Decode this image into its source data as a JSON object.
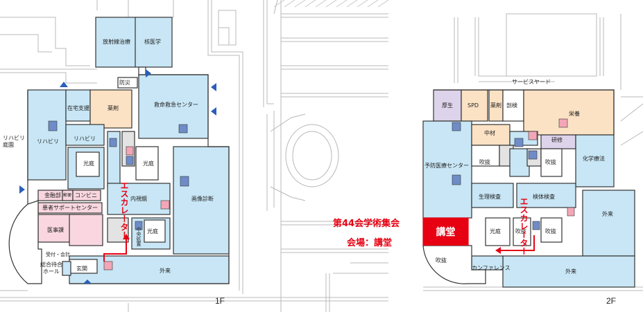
{
  "floor1": {
    "label": "1F",
    "rooms": {
      "radiation": "放射線治療",
      "nuclear": "核医学",
      "disaster": "防災",
      "home_support": "在宅支援",
      "pharmacy": "薬剤",
      "emergency": "救命救急センター",
      "rehab_garden": "リハビリ 庭園",
      "rehab": "リハビリ",
      "rehab_small": "リハビリ",
      "courtyard_1": "光庭",
      "courtyard_2": "光庭",
      "courtyard_3": "光庭",
      "finance": "金融部",
      "atm": "郵便",
      "convenience": "コンビニ",
      "patient_support": "患者サポートセンター",
      "endoscopy": "内視鏡",
      "imaging": "画像診断",
      "medical_affairs": "医事課",
      "reception": "受付・会計",
      "central_procedure": "中央処置",
      "waiting_hall": "総合待合 ホール",
      "entrance": "玄関",
      "outpatient": "外来",
      "escalator": "エスカレーター"
    }
  },
  "floor2": {
    "label": "2F",
    "rooms": {
      "service_yard": "サービスヤード",
      "welfare": "厚生",
      "spd": "SPD",
      "pharmacy": "薬剤",
      "inspection": "剖検",
      "nutrition": "栄養",
      "materials": "中材",
      "training": "研修",
      "prevention_center": "予防医療センター",
      "atrium_1": "吹抜",
      "atrium_2": "吹抜",
      "atrium_3": "吹抜",
      "atrium_4": "吹抜",
      "chemo": "化学療法",
      "physiology": "生理検査",
      "specimen": "検体検査",
      "outpatient_right": "外来",
      "outpatient_bottom": "外来",
      "courtyard": "光庭",
      "conference": "カンファレンス",
      "escalator": "エスカレーター",
      "lecture_hall": "講堂"
    }
  },
  "conference": {
    "title": "第44会学術集会",
    "venue": "会場：講堂"
  },
  "colors": {
    "blue_room": "#c8e6f5",
    "orange_room": "#fbe2c4",
    "pink_room": "#f9d6e0",
    "purple_room": "#ddd3ea",
    "gray_room": "#e3e3e3",
    "highlight_red": "#e60012",
    "arrow_blue": "#2a5fb8"
  }
}
